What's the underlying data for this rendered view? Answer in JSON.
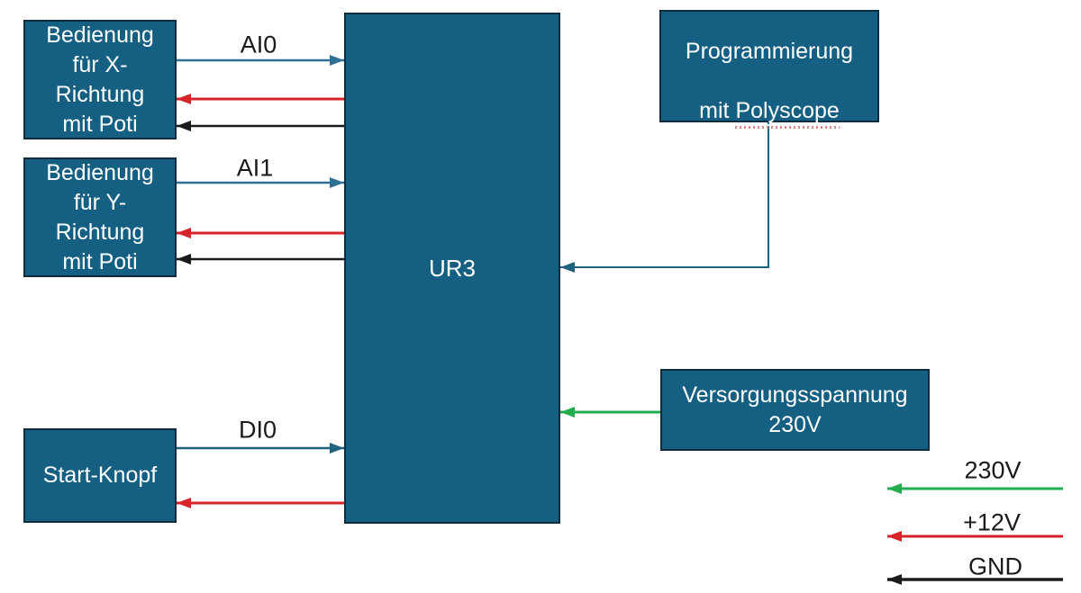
{
  "boxes": {
    "bedienung_x": "Bedienung\nfür X-\nRichtung\nmit Poti",
    "bedienung_y": "Bedienung\nfür Y-\nRichtung\nmit Poti",
    "start_knopf": "Start-Knopf",
    "ur3": "UR3",
    "programmierung_line1": "Programmierung",
    "programmierung_mit": "mit ",
    "programmierung_polyscope": "Polyscope",
    "versorgung": "Versorgungsspannung\n230V"
  },
  "signals": {
    "ai0": "AI0",
    "ai1": "AI1",
    "di0": "DI0"
  },
  "legend": {
    "items": [
      {
        "label": "230V",
        "color": "#22AC4E"
      },
      {
        "label": "+12V",
        "color": "#D8232A"
      },
      {
        "label": "GND",
        "color": "#1A1A1A"
      }
    ]
  },
  "colors": {
    "box_fill": "#156082",
    "box_border": "#0D2C3E",
    "arrow_steel_blue": "#2E7096",
    "arrow_teal": "#1F617E",
    "arrow_red": "#D8232A",
    "arrow_green": "#22AC4E",
    "arrow_black": "#1A1A1A",
    "box_text": "#FFFFFF"
  }
}
